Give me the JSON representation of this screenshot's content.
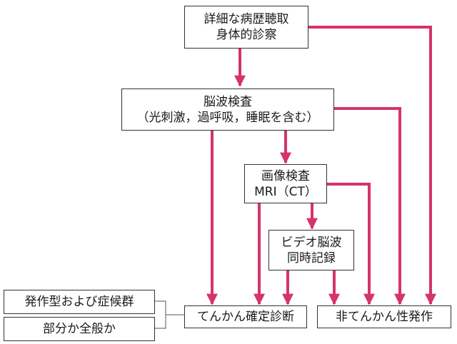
{
  "accent": "#d6336c",
  "border": "#333333",
  "nodes": {
    "history": {
      "line1": "詳細な病歴聴取",
      "line2": "身体的診察"
    },
    "eeg": {
      "line1": "脳波検査",
      "line2": "（光刺激，過呼吸，睡眠を含む）"
    },
    "imaging": {
      "line1": "画像検査",
      "line2": "MRI（CT）"
    },
    "video_eeg": {
      "line1": "ビデオ脳波",
      "line2": "同時記録"
    },
    "epilepsy": {
      "label": "てんかん確定診断"
    },
    "non_epileptic": {
      "label": "非てんかん性発作"
    },
    "seizure_type": {
      "label": "発作型および症候群"
    },
    "partial_general": {
      "label": "部分か全般か"
    }
  }
}
